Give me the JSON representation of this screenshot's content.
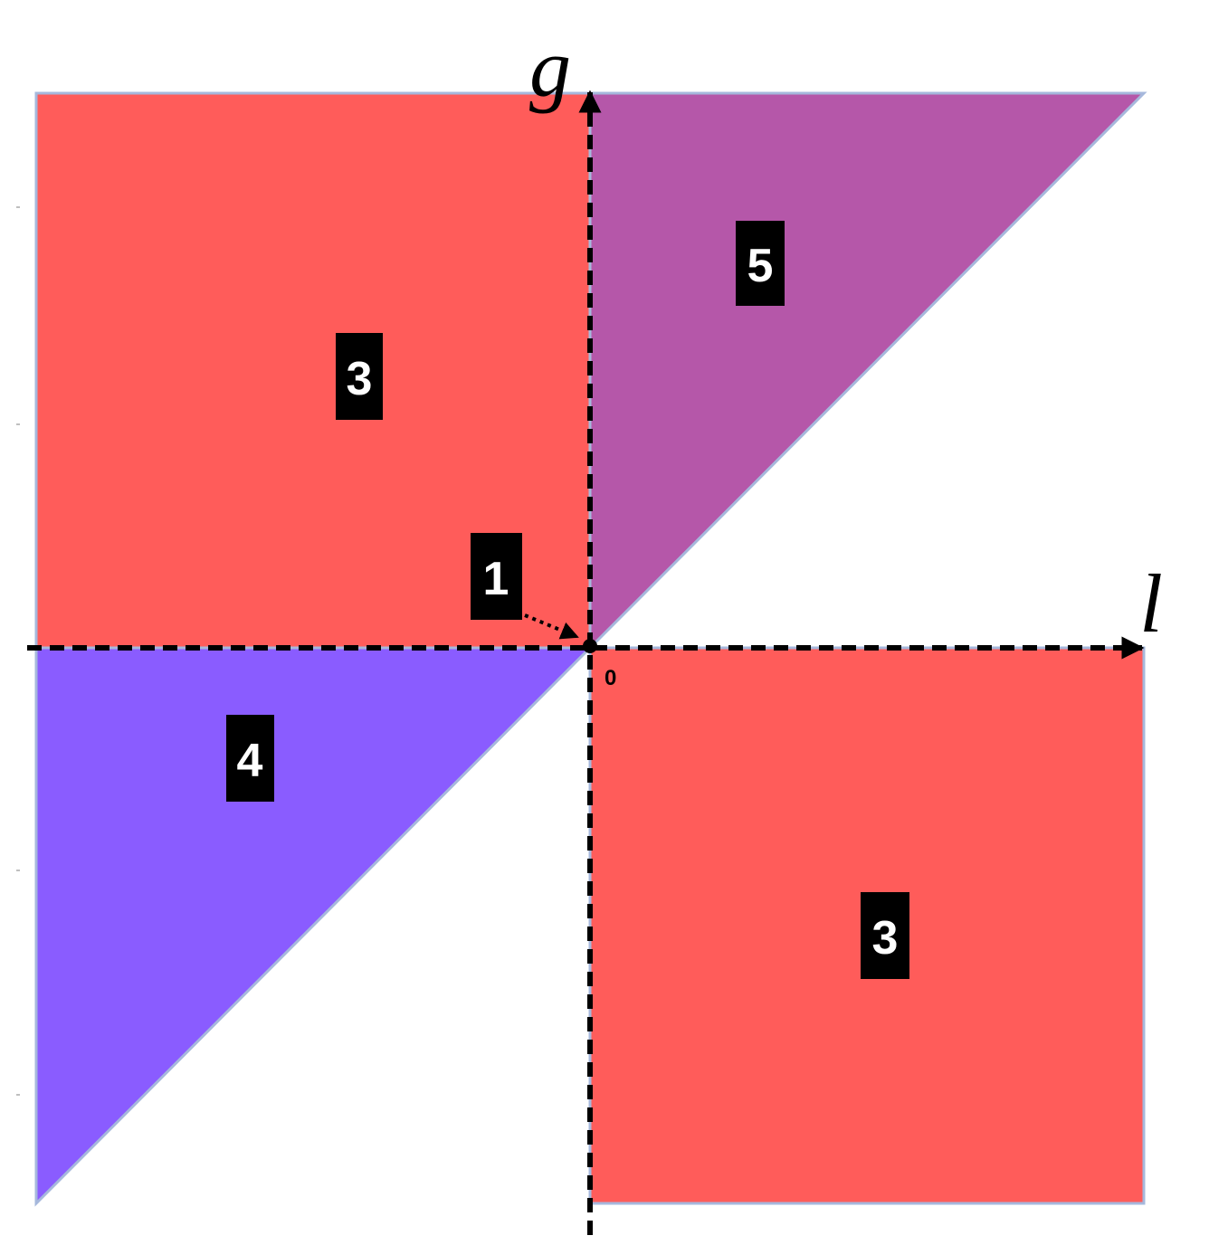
{
  "axes": {
    "x_label": "l",
    "y_label": "g",
    "origin_label": "0"
  },
  "regions": [
    {
      "id": "q2-square",
      "label": "3",
      "color": "#ff5c5a"
    },
    {
      "id": "q1-triangle",
      "label": "5",
      "color": "#b557a9"
    },
    {
      "id": "q3-triangle",
      "label": "4",
      "color": "#8a5cff"
    },
    {
      "id": "q4-square",
      "label": "3",
      "color": "#ff5c5a"
    }
  ],
  "origin_point": {
    "label": "1"
  },
  "colors": {
    "region_border": "#a6b8dc",
    "axis": "#000000",
    "label_box": "#000000"
  }
}
